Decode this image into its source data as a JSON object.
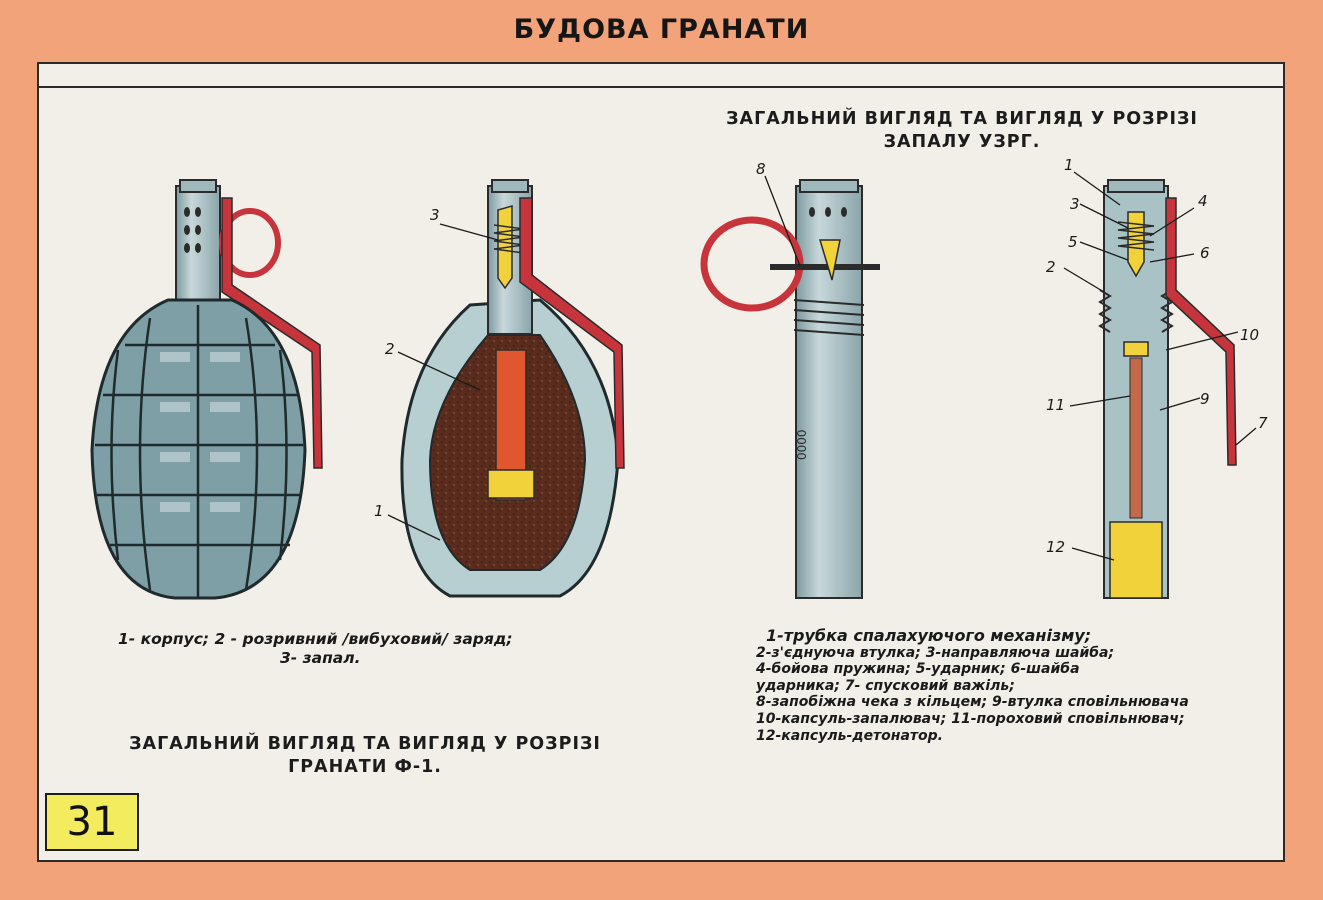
{
  "poster": {
    "title": "БУДОВА ГРАНАТИ",
    "page_number": "31"
  },
  "grenade_f1": {
    "heading_line1": "ЗАГАЛЬНИЙ ВИГЛЯД ТА ВИГЛЯД У РОЗРІЗІ",
    "heading_line2": "ГРАНАТИ Ф-1.",
    "legend_line1": "1- корпус;   2 - розривний /вибуховий/ заряд;",
    "legend_line2": "3- запал.",
    "callouts": [
      "3",
      "2",
      "1"
    ]
  },
  "fuse_uzrg": {
    "heading_line1": "ЗАГАЛЬНИЙ ВИГЛЯД ТА ВИГЛЯД У РОЗРІЗІ",
    "heading_line2": "ЗАПАЛУ УЗРГ.",
    "legend_lines": [
      "1-трубка спалахуючого механізму;",
      "2-з'єднуюча втулка;   3-направляюча шайба;",
      "4-бойова пружина;  5-ударник;  6-шайба",
      "ударника;  7- спусковий важіль;",
      "8-запобіжна чека з кільцем;  9-втулка сповільнювача",
      "10-капсуль-запалювач;  11-пороховий сповільнювач;",
      "12-капсуль-детонатор."
    ],
    "callouts": [
      "8",
      "1",
      "3",
      "4",
      "5",
      "6",
      "2",
      "10",
      "11",
      "9",
      "7",
      "12"
    ]
  },
  "colors": {
    "frame": "#f3a37a",
    "panel": "#f2efe8",
    "body_metal": "#8fb0b2",
    "explosive": "#5a2c1e",
    "lever": "#c8343c",
    "brass": "#f2d23a",
    "badge": "#f2ec5e"
  }
}
